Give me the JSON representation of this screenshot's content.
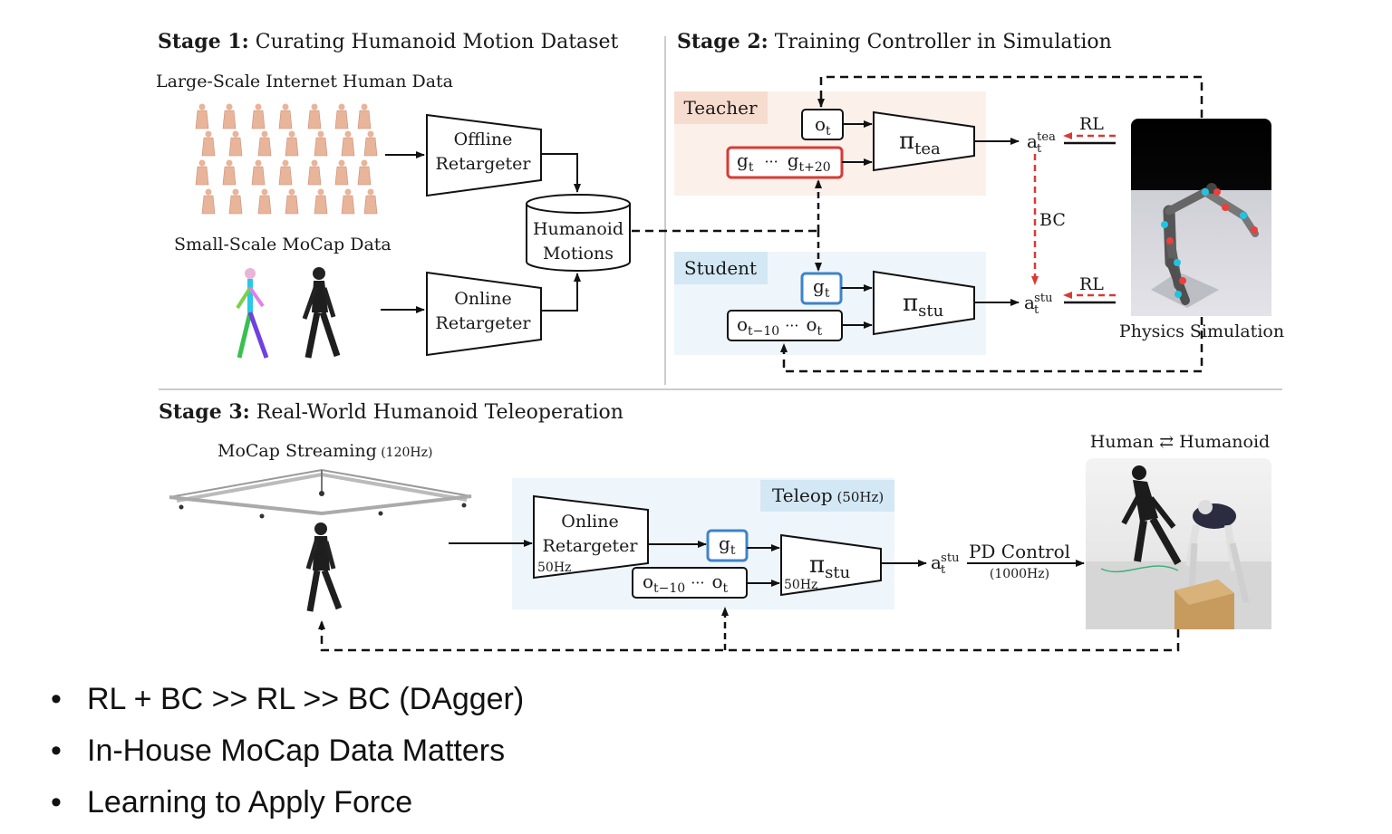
{
  "stage1": {
    "title_bold": "Stage 1:",
    "title_rest": " Curating Humanoid Motion Dataset",
    "large_scale_label": "Large-Scale Internet Human Data",
    "small_scale_label": "Small-Scale MoCap Data",
    "offline_line1": "Offline",
    "offline_line2": "Retargeter",
    "online_line1": "Online",
    "online_line2": "Retargeter",
    "db_line1": "Humanoid",
    "db_line2": "Motions"
  },
  "stage2": {
    "title_bold": "Stage 2:",
    "title_rest": " Training Controller in Simulation",
    "teacher_label": "Teacher",
    "student_label": "Student",
    "o_t": "o",
    "sub_t": "t",
    "g_t": "g",
    "dots": "···",
    "g_t20": "g",
    "sub_t20": "t+20",
    "o_t10": "o",
    "sub_t10": "t−10",
    "pi": "π",
    "sub_tea": "tea",
    "sub_stu": "stu",
    "a": "a",
    "sup_tea": "tea",
    "sup_stu": "stu",
    "rl": "RL",
    "bc": "BC",
    "physics_label": "Physics Simulation"
  },
  "stage3": {
    "title_bold": "Stage 3:",
    "title_rest": " Real-World Humanoid Teleoperation",
    "mocap_label": "MoCap Streaming",
    "mocap_hz": " (120Hz)",
    "teleop_label": "Teleop",
    "teleop_hz": " (50Hz)",
    "online_line1": "Online",
    "online_line2": "Retargeter",
    "hz50": "50Hz",
    "pd_label": "PD Control",
    "pd_hz": "(1000Hz)",
    "human_humanoid": "Human ⇄ Humanoid"
  },
  "bullets": [
    "RL + BC >> RL >> BC (DAgger)",
    "In-House MoCap Data Matters",
    "Learning to Apply Force"
  ],
  "colors": {
    "teacher_bg": "#fbf0ea",
    "teacher_tag": "#f6dccf",
    "student_bg": "#eef6fb",
    "student_tag": "#d3e8f4",
    "red_box": "#d93a34",
    "blue_box": "#3f83c8",
    "red_arrow": "#d93a34",
    "skin": "#e8b49a",
    "robot_dark": "#3c3c3c",
    "joint_cyan": "#20c4e0",
    "joint_red": "#e8403a"
  }
}
